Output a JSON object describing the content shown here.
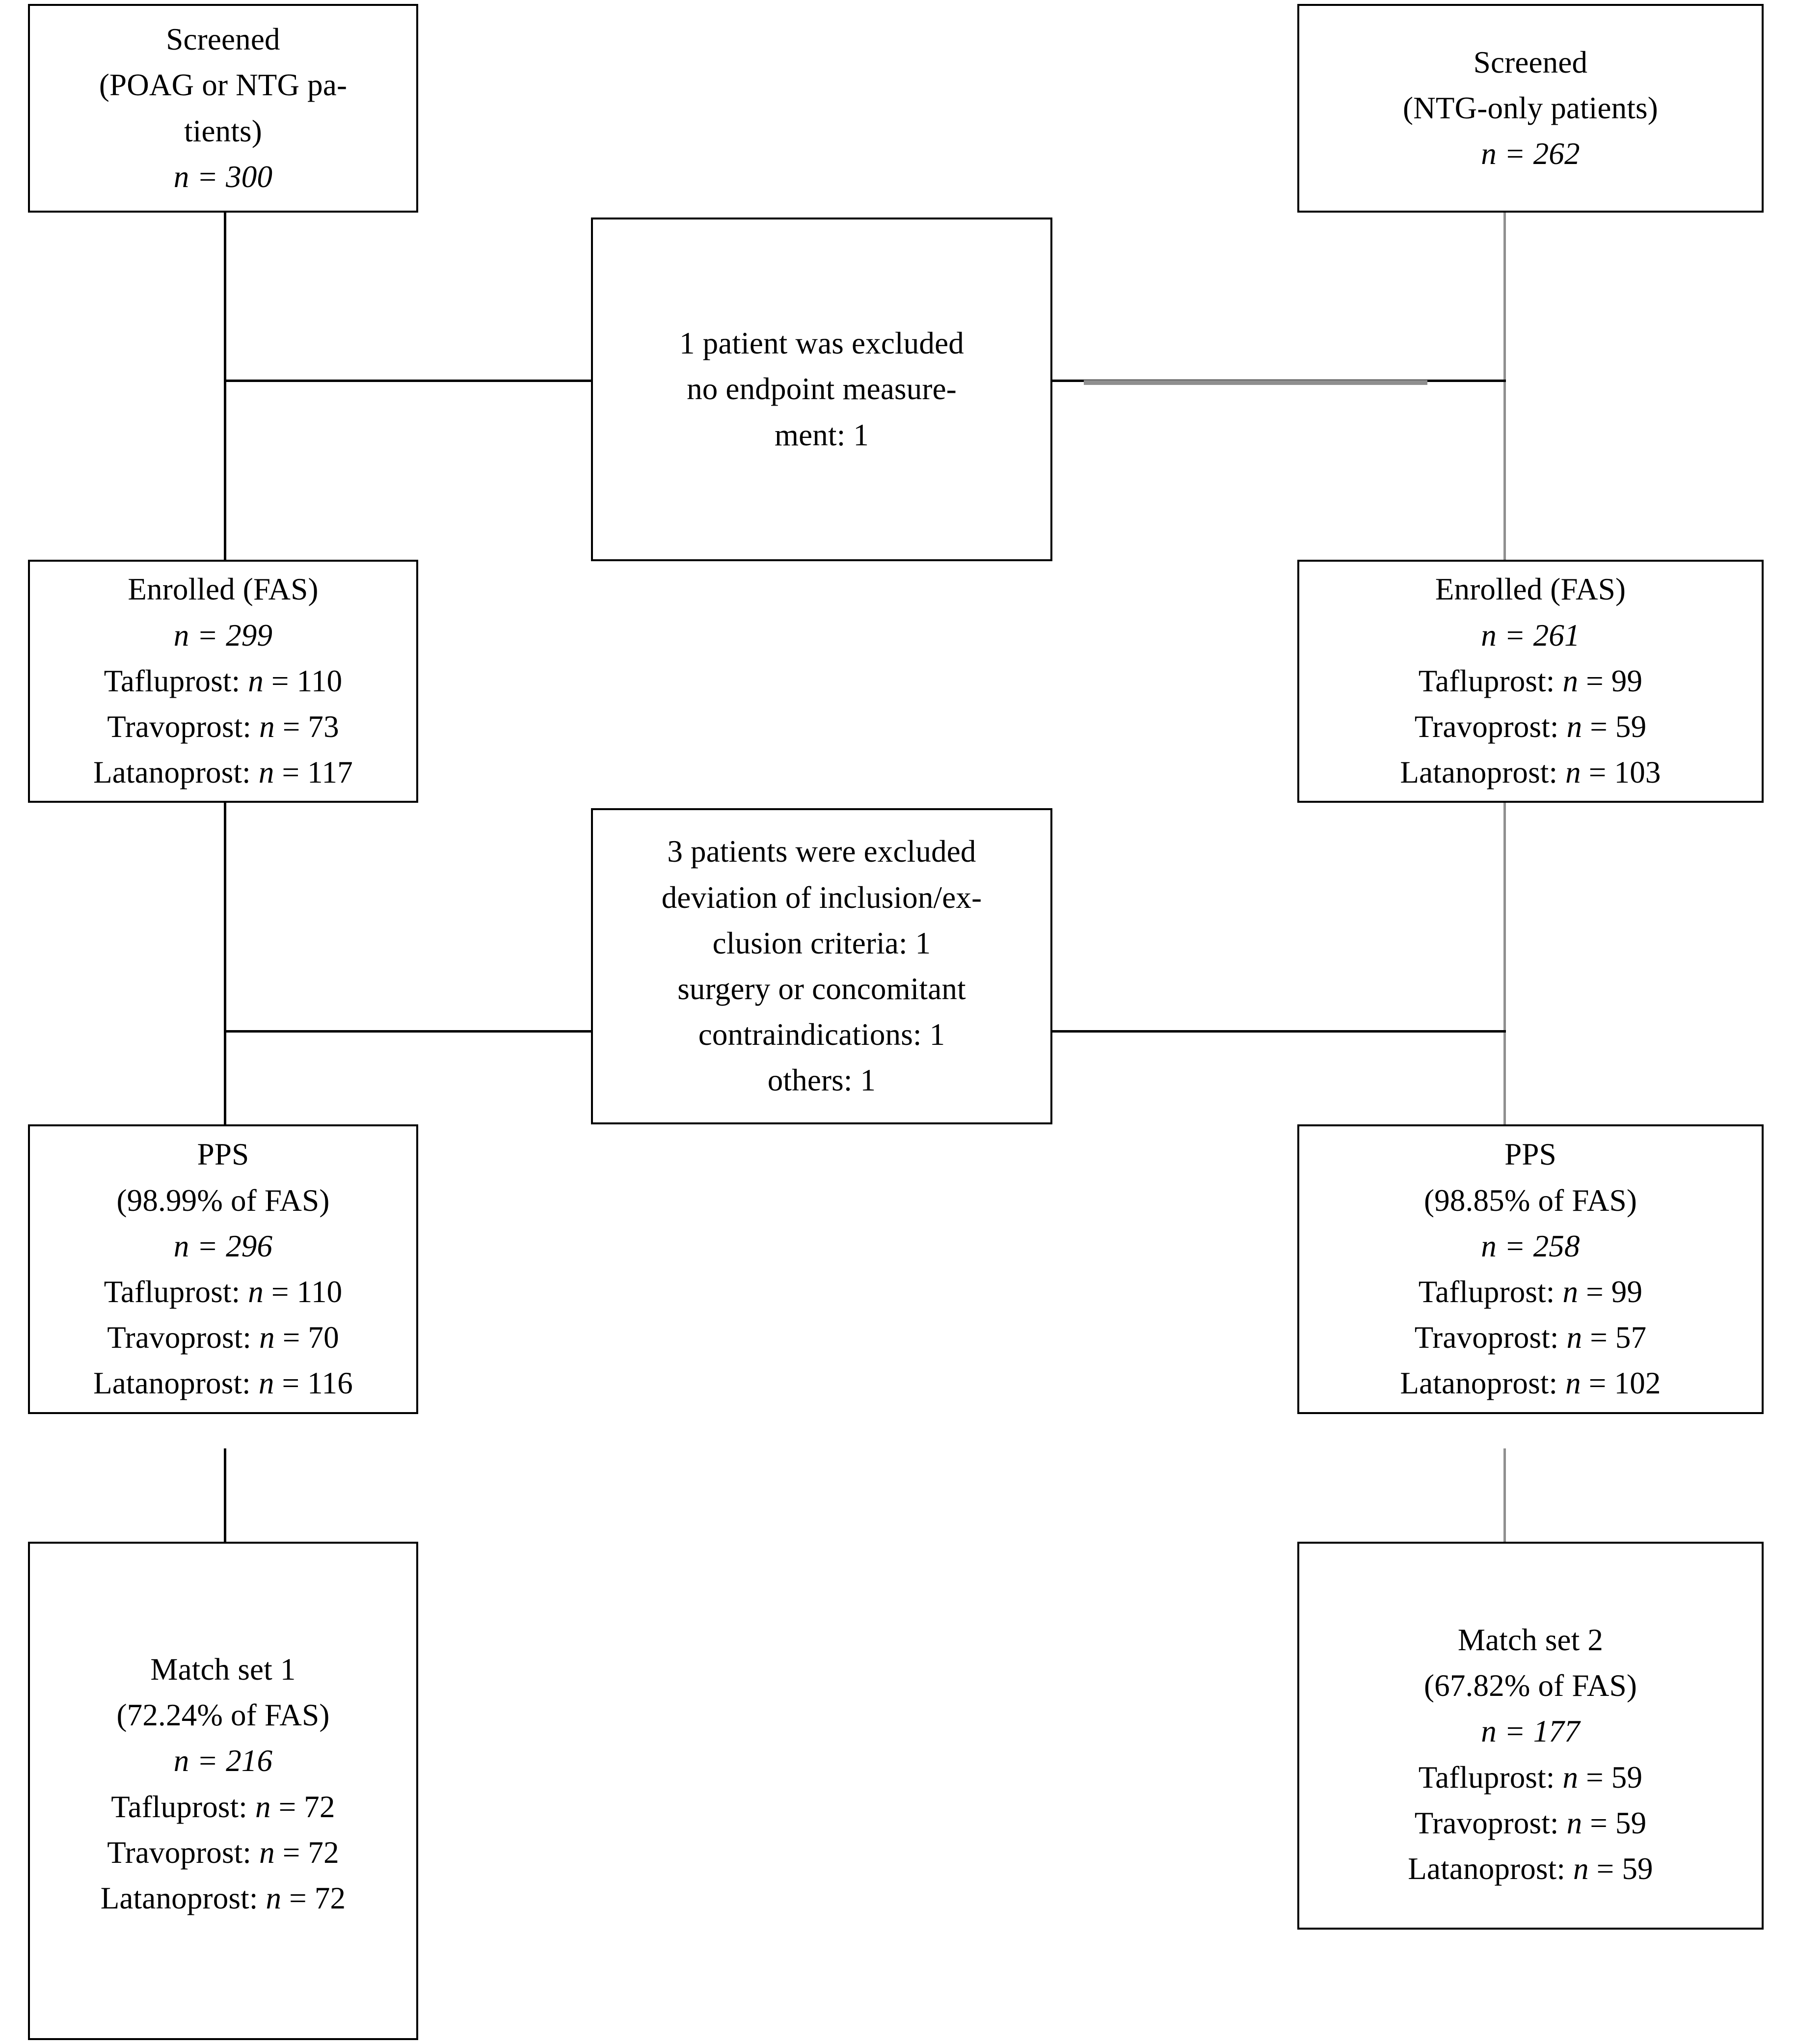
{
  "diagram": {
    "type": "consort-patient-flow",
    "columns": [
      "POAG or NTG patients cohort",
      "NTG-only patients cohort"
    ],
    "left_column": {
      "screened": {
        "title": "Screened",
        "subtitle": "(POAG or NTG pa-",
        "subtitle2": "tients)",
        "n_label": "n",
        "n_value": "= 300",
        "n_full": "n = 300"
      },
      "enrolled": {
        "title": "Enrolled (FAS)",
        "n_full": "n = 299",
        "arms": [
          "Tafluprost: n = 110",
          "Travoprost: n = 73",
          "Latanoprost: n = 117"
        ],
        "arm_names": [
          "Tafluprost",
          "Travoprost",
          "Latanoprost"
        ],
        "arm_values": [
          110,
          73,
          117
        ],
        "total": 299
      },
      "pps": {
        "title": "PPS",
        "percent": "(98.99% of FAS)",
        "n_full": "n = 296",
        "arms": [
          "Tafluprost: n = 110",
          "Travoprost: n = 70",
          "Latanoprost: n = 116"
        ],
        "arm_names": [
          "Tafluprost",
          "Travoprost",
          "Latanoprost"
        ],
        "arm_values": [
          110,
          70,
          116
        ],
        "total": 296
      },
      "match_set": {
        "title": "Match set 1",
        "percent": "(72.24% of FAS)",
        "n_full": "n = 216",
        "arms": [
          "Tafluprost: n = 72",
          "Travoprost: n = 72",
          "Latanoprost: n = 72"
        ],
        "arm_names": [
          "Tafluprost",
          "Travoprost",
          "Latanoprost"
        ],
        "arm_values": [
          72,
          72,
          72
        ],
        "total": 216
      }
    },
    "right_column": {
      "screened": {
        "title": "Screened",
        "subtitle": "(NTG-only patients)",
        "n_full": "n = 262"
      },
      "enrolled": {
        "title": "Enrolled (FAS)",
        "n_full": "n = 261",
        "arms": [
          "Tafluprost: n = 99",
          "Travoprost: n = 59",
          "Latanoprost: n = 103"
        ],
        "arm_names": [
          "Tafluprost",
          "Travoprost",
          "Latanoprost"
        ],
        "arm_values": [
          99,
          59,
          103
        ],
        "total": 261
      },
      "pps": {
        "title": "PPS",
        "percent": "(98.85% of FAS)",
        "n_full": "n = 258",
        "arms": [
          "Tafluprost: n = 99",
          "Travoprost: n = 57",
          "Latanoprost: n = 102"
        ],
        "arm_names": [
          "Tafluprost",
          "Travoprost",
          "Latanoprost"
        ],
        "arm_values": [
          99,
          57,
          102
        ],
        "total": 258
      },
      "match_set": {
        "title": "Match set 2",
        "percent": "(67.82% of FAS)",
        "n_full": "n = 177",
        "arms": [
          "Tafluprost: n = 59",
          "Travoprost: n = 59",
          "Latanoprost: n = 59"
        ],
        "arm_names": [
          "Tafluprost",
          "Travoprost",
          "Latanoprost"
        ],
        "arm_values": [
          59,
          59,
          59
        ],
        "total": 177
      }
    },
    "exclusion_1": {
      "line1": "1 patient was excluded",
      "line2": "no endpoint measure-",
      "line3": "ment: 1",
      "count": 1,
      "reasons": [
        {
          "label": "no endpoint measurement",
          "count": 1
        }
      ]
    },
    "exclusion_2": {
      "line1": "3 patients were excluded",
      "line2": "deviation of inclusion/ex-",
      "line3": "clusion criteria: 1",
      "line4": "surgery or concomitant",
      "line5": "contraindications: 1",
      "line6": "others: 1",
      "count": 3,
      "reasons": [
        {
          "label": "deviation of inclusion/exclusion criteria",
          "count": 1
        },
        {
          "label": "surgery or concomitant contraindications",
          "count": 1
        },
        {
          "label": "others",
          "count": 1
        }
      ]
    },
    "colors": {
      "border": "#000000",
      "background": "#ffffff",
      "text": "#000000",
      "connector": "#000000",
      "connector_faded": "#8f8f8f"
    }
  }
}
